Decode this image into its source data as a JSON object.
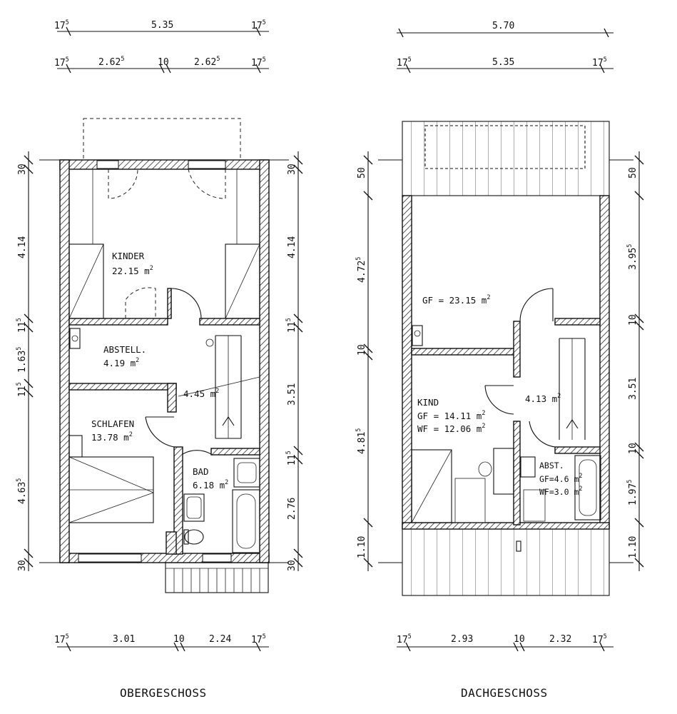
{
  "left_plan": {
    "title": "OBERGESCHOSS",
    "top_dims_row1": [
      "17",
      "5",
      "5.35",
      "17",
      "5"
    ],
    "top_dims_row2": [
      "17",
      "5",
      "2.62",
      "5",
      "10",
      "2.62",
      "5",
      "17",
      "5"
    ],
    "bottom_dims": [
      "17",
      "5",
      "3.01",
      "10",
      "2.24",
      "17",
      "5"
    ],
    "left_dims": [
      "30",
      "4.14",
      "11",
      "5",
      "1.63",
      "5",
      "11",
      "5",
      "4.63",
      "5",
      "30"
    ],
    "right_dims": [
      "30",
      "4.14",
      "11",
      "5",
      "3.51",
      "11",
      "5",
      "2.76",
      "30"
    ],
    "rooms": {
      "kinder_name": "KINDER",
      "kinder_area": "22.15 m",
      "abstell_name": "ABSTELL.",
      "abstell_area": "4.19 m",
      "flur_area": "4.45 m",
      "schlafen_name": "SCHLAFEN",
      "schlafen_area": "13.78 m",
      "bad_name": "BAD",
      "bad_area": "6.18 m",
      "sq": "2"
    }
  },
  "right_plan": {
    "title": "DACHGESCHOSS",
    "top_dims_row1": [
      "5.70"
    ],
    "top_dims_row2": [
      "17",
      "5",
      "5.35",
      "17",
      "5"
    ],
    "bottom_dims": [
      "17",
      "5",
      "2.93",
      "10",
      "2.32",
      "17",
      "5"
    ],
    "left_dims": [
      "50",
      "4.72",
      "5",
      "10",
      "4.81",
      "5",
      "1.10"
    ],
    "right_dims": [
      "50",
      "3.95",
      "5",
      "10",
      "3.51",
      "10",
      "1.97",
      "5",
      "1.10"
    ],
    "rooms": {
      "gf_top": "GF = 23.15 m",
      "flur_area": "4.13 m",
      "kind_name": "KIND",
      "kind_gf": "GF = 14.11 m",
      "kind_wf": "WF = 12.06 m",
      "abst_name": "ABST.",
      "abst_gf": "GF=4.6 m",
      "abst_wf": "WF=3.0 m",
      "sq": "2"
    }
  }
}
